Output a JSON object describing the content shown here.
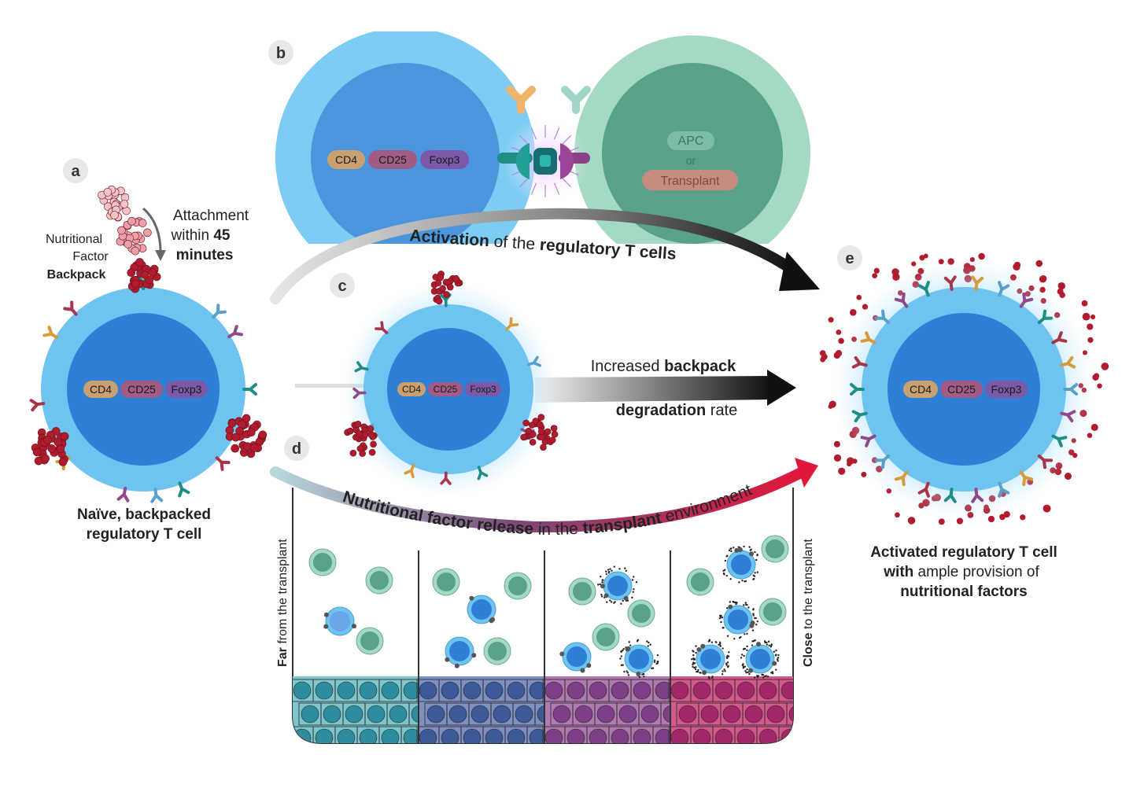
{
  "panels": {
    "a": {
      "letter": "a",
      "backpack_label": [
        "Nutritional",
        "Factor",
        "Backpack"
      ],
      "attachment_label": [
        "Attachment",
        "within",
        "45",
        "minutes"
      ],
      "markers": [
        "CD4",
        "CD25",
        "Foxp3"
      ],
      "caption": [
        "Naïve, backpacked",
        "regulatory T cell"
      ]
    },
    "b": {
      "letter": "b",
      "markers": [
        "CD4",
        "CD25",
        "Foxp3"
      ],
      "apc_label": "APC",
      "or_label": "or",
      "transplant_label": "Transplant",
      "arrow_label": {
        "w1": "Activation",
        "w2": " of the ",
        "w3": "regulatory T cells"
      }
    },
    "c": {
      "letter": "c",
      "markers": [
        "CD4",
        "CD25",
        "Foxp3"
      ],
      "arrow_line1": {
        "w1": "Increased ",
        "w2": "backpack"
      },
      "arrow_line2": {
        "w1": "degradation",
        "w2": " rate"
      }
    },
    "d": {
      "letter": "d",
      "arrow_label": {
        "w1": "Nutritional factor release",
        "w2": " in the ",
        "w3": "transplant",
        "w4": " environment"
      },
      "far_label": {
        "w1": "Far",
        "w2": " from the transplant"
      },
      "close_label": {
        "w1": "Close",
        "w2": " to the transplant"
      }
    },
    "e": {
      "letter": "e",
      "markers": [
        "CD4",
        "CD25",
        "Foxp3"
      ],
      "caption_line1": "Activated regulatory T cell",
      "caption_line2": {
        "w1": "with",
        "w2": " ample provision of"
      },
      "caption_line3": "nutritional factors"
    }
  },
  "colors": {
    "cell_outer": "#6ec3f0",
    "cell_inner": "#2f7fd6",
    "apc_outer": "#9bd3bd",
    "apc_inner": "#4f9a84",
    "backpack": "#b01c2e",
    "cd4": "#c9a070",
    "cd25": "#a05c84",
    "foxp3": "#7a5aa8"
  }
}
